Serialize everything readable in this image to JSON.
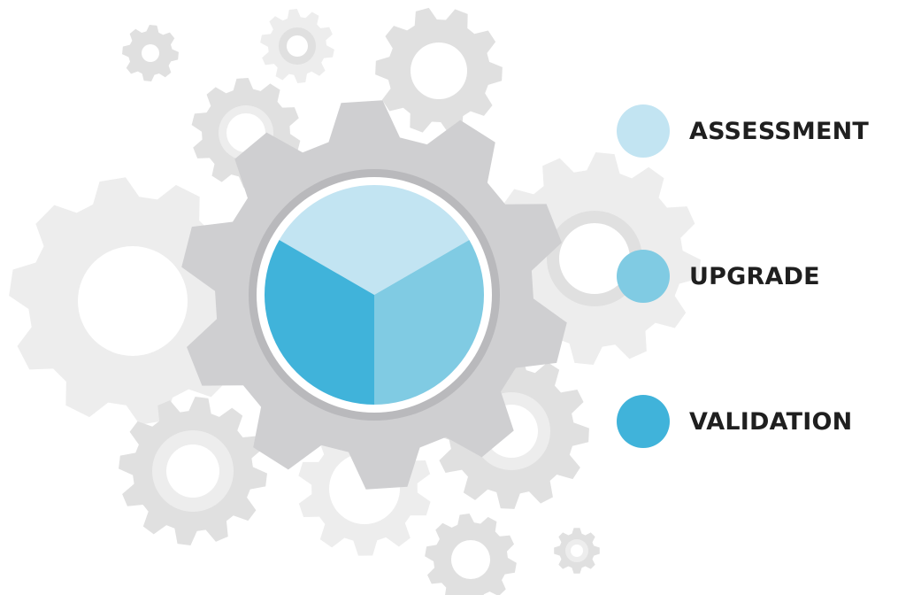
{
  "diagram": {
    "segments": [
      {
        "id": "assessment",
        "label": "ASSESSMENT",
        "color": "#c2e4f2"
      },
      {
        "id": "upgrade",
        "label": "UPGRADE",
        "color": "#80cbe3"
      },
      {
        "id": "validation",
        "label": "VALIDATION",
        "color": "#40b3da"
      }
    ],
    "gear_colors": {
      "light": "#ededed",
      "medium": "#e0e0e0",
      "dark": "#cfcfd1",
      "ring": "#b9b9bc"
    }
  }
}
